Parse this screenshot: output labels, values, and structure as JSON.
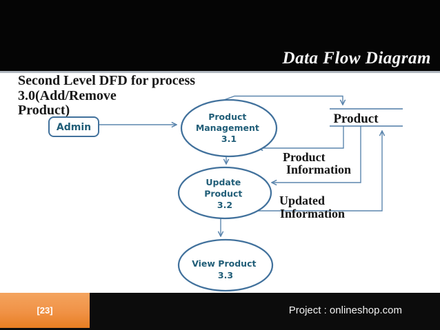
{
  "header": {
    "title": "Data Flow Diagram"
  },
  "caption": {
    "line1": "Second Level DFD for process 3.0(Add/Remove",
    "line2": "Product)"
  },
  "diagram": {
    "admin": {
      "label": "Admin"
    },
    "process_3_1": {
      "lines": [
        "Product",
        "Management",
        "3.1"
      ]
    },
    "process_3_2": {
      "lines": [
        "Update",
        "Product",
        "3.2"
      ]
    },
    "process_3_3": {
      "lines": [
        "View Product",
        "3.3"
      ]
    },
    "datastore": {
      "label": "Product"
    },
    "flow_product_information": {
      "line1": "Product",
      "line2": "Information"
    },
    "flow_updated_information": {
      "line1": "Updated",
      "line2": "Information"
    }
  },
  "footer": {
    "page_number": "[23]",
    "project": "Project : onlineshop.com"
  },
  "colors": {
    "shape_border_blue": "#41719C",
    "connector_blue": "#5B85AD",
    "node_text_blue": "#215E78",
    "footer_orange": "#E87E22",
    "header_black": "#050505"
  }
}
